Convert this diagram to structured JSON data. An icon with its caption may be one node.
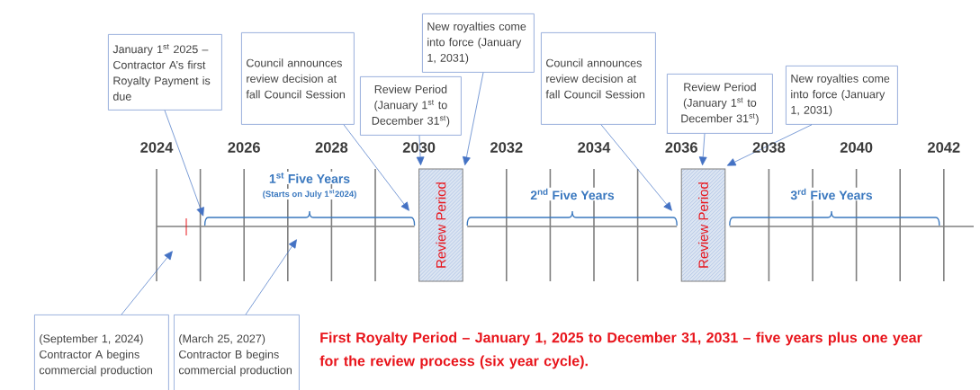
{
  "diagram": {
    "nodes": [
      {
        "text": [
          "January 1$^{st}$ 2025 – Contractor A’s first Royalty Payment is due"
        ]
      },
      {
        "text": [
          "Council announces review decision at fall Council Session"
        ]
      },
      {
        "text": [
          "Review Period (January 1$^{st}$ to December 31$^{st}$)"
        ]
      },
      {
        "text": [
          "New royalties come into force (January 1, 2031)"
        ]
      },
      {
        "text": [
          "Council announces review decision at fall Council Session"
        ]
      },
      {
        "text": [
          "Review Period (January 1$^{st}$ to December 31$^{st}$)"
        ]
      },
      {
        "text": [
          "New royalties come into force (January 1, 2031)"
        ]
      },
      {
        "text": [
          "Review Period"
        ]
      },
      {
        "text": [
          "Review Period"
        ]
      },
      {
        "text": [
          "(September 1, 2024) Contractor A begins commercial production"
        ]
      },
      {
        "text": [
          "(March 25, 2027) Contractor B begins commercial production"
        ]
      },
      {
        "text": [
          "1$^{st}$ Five Years",
          "(Starts on July 1$^{st}$2024)"
        ]
      },
      {
        "text": [
          "2$^{nd}$ Five Years"
        ]
      },
      {
        "text": [
          "3$^{rd}$ Five Years"
        ]
      }
    ],
    "edges": [
      {
        "from": 0,
        "to": 11,
        "arrow": "to"
      },
      {
        "from": 1,
        "to": 11,
        "arrow": "to"
      },
      {
        "from": 2,
        "to": 7,
        "arrow": "to"
      },
      {
        "from": 3,
        "to": 7,
        "arrow": "to"
      },
      {
        "from": 4,
        "to": 12,
        "arrow": "to"
      },
      {
        "from": 5,
        "to": 8,
        "arrow": "to"
      },
      {
        "from": 6,
        "to": 8,
        "arrow": "to"
      },
      {
        "from": 9,
        "to": null,
        "arrow": "to"
      },
      {
        "from": 10,
        "to": null,
        "arrow": "to"
      }
    ],
    "labels": [
      "2024",
      "2026",
      "2028",
      "2030",
      "2032",
      "2034",
      "2036",
      "2038",
      "2040",
      "2042",
      "First Royalty Period – January 1, 2025 to December 31, 2031 – five years plus one year for the review process (six year cycle)."
    ]
  }
}
